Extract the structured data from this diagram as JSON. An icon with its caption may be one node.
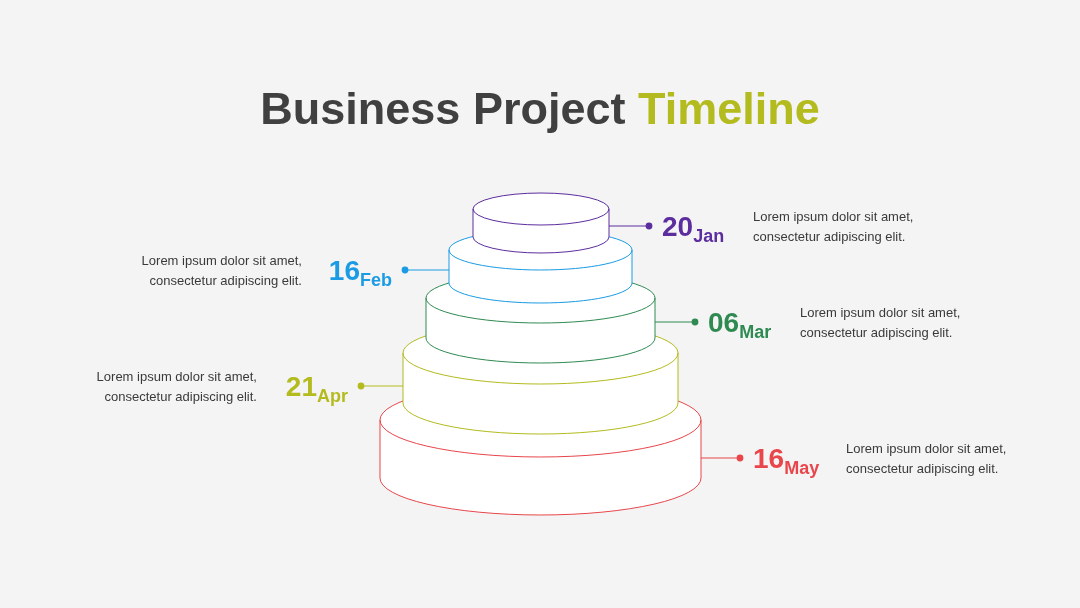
{
  "diagram": {
    "title": "Business Project Timeline",
    "nodes": [
      {
        "text": [],
        "shape": "cylinder"
      },
      {
        "text": [],
        "shape": "cylinder"
      },
      {
        "text": [],
        "shape": "cylinder"
      },
      {
        "text": [],
        "shape": "cylinder"
      },
      {
        "text": [],
        "shape": "cylinder"
      },
      {
        "text": [
          "20$_{Jan}$"
        ],
        "beside": [
          "Lorem ipsum dolor sit amet, consectetur adipiscing elit."
        ]
      },
      {
        "text": [
          "16$_{Feb}$"
        ],
        "beside": [
          "Lorem ipsum dolor sit amet, consectetur adipiscing elit."
        ]
      },
      {
        "text": [
          "06$_{Mar}$"
        ],
        "beside": [
          "Lorem ipsum dolor sit amet, consectetur adipiscing elit."
        ]
      },
      {
        "text": [
          "21$_{Apr}$"
        ],
        "beside": [
          "Lorem ipsum dolor sit amet, consectetur adipiscing elit."
        ]
      },
      {
        "text": [
          "16$_{May}$"
        ],
        "beside": [
          "Lorem ipsum dolor sit amet, consectetur adipiscing elit."
        ]
      }
    ],
    "edges": [
      {
        "from": 0,
        "to": 5,
        "arrow": "other",
        "color": "#5c2d9e"
      },
      {
        "from": 1,
        "to": 6,
        "arrow": "other",
        "color": "#1a9be3"
      },
      {
        "from": 2,
        "to": 7,
        "arrow": "other",
        "color": "#2f8a52"
      },
      {
        "from": 3,
        "to": 8,
        "arrow": "other",
        "color": "#b3bb1e"
      },
      {
        "from": 4,
        "to": 9,
        "arrow": "other",
        "color": "#e8464b"
      }
    ]
  }
}
